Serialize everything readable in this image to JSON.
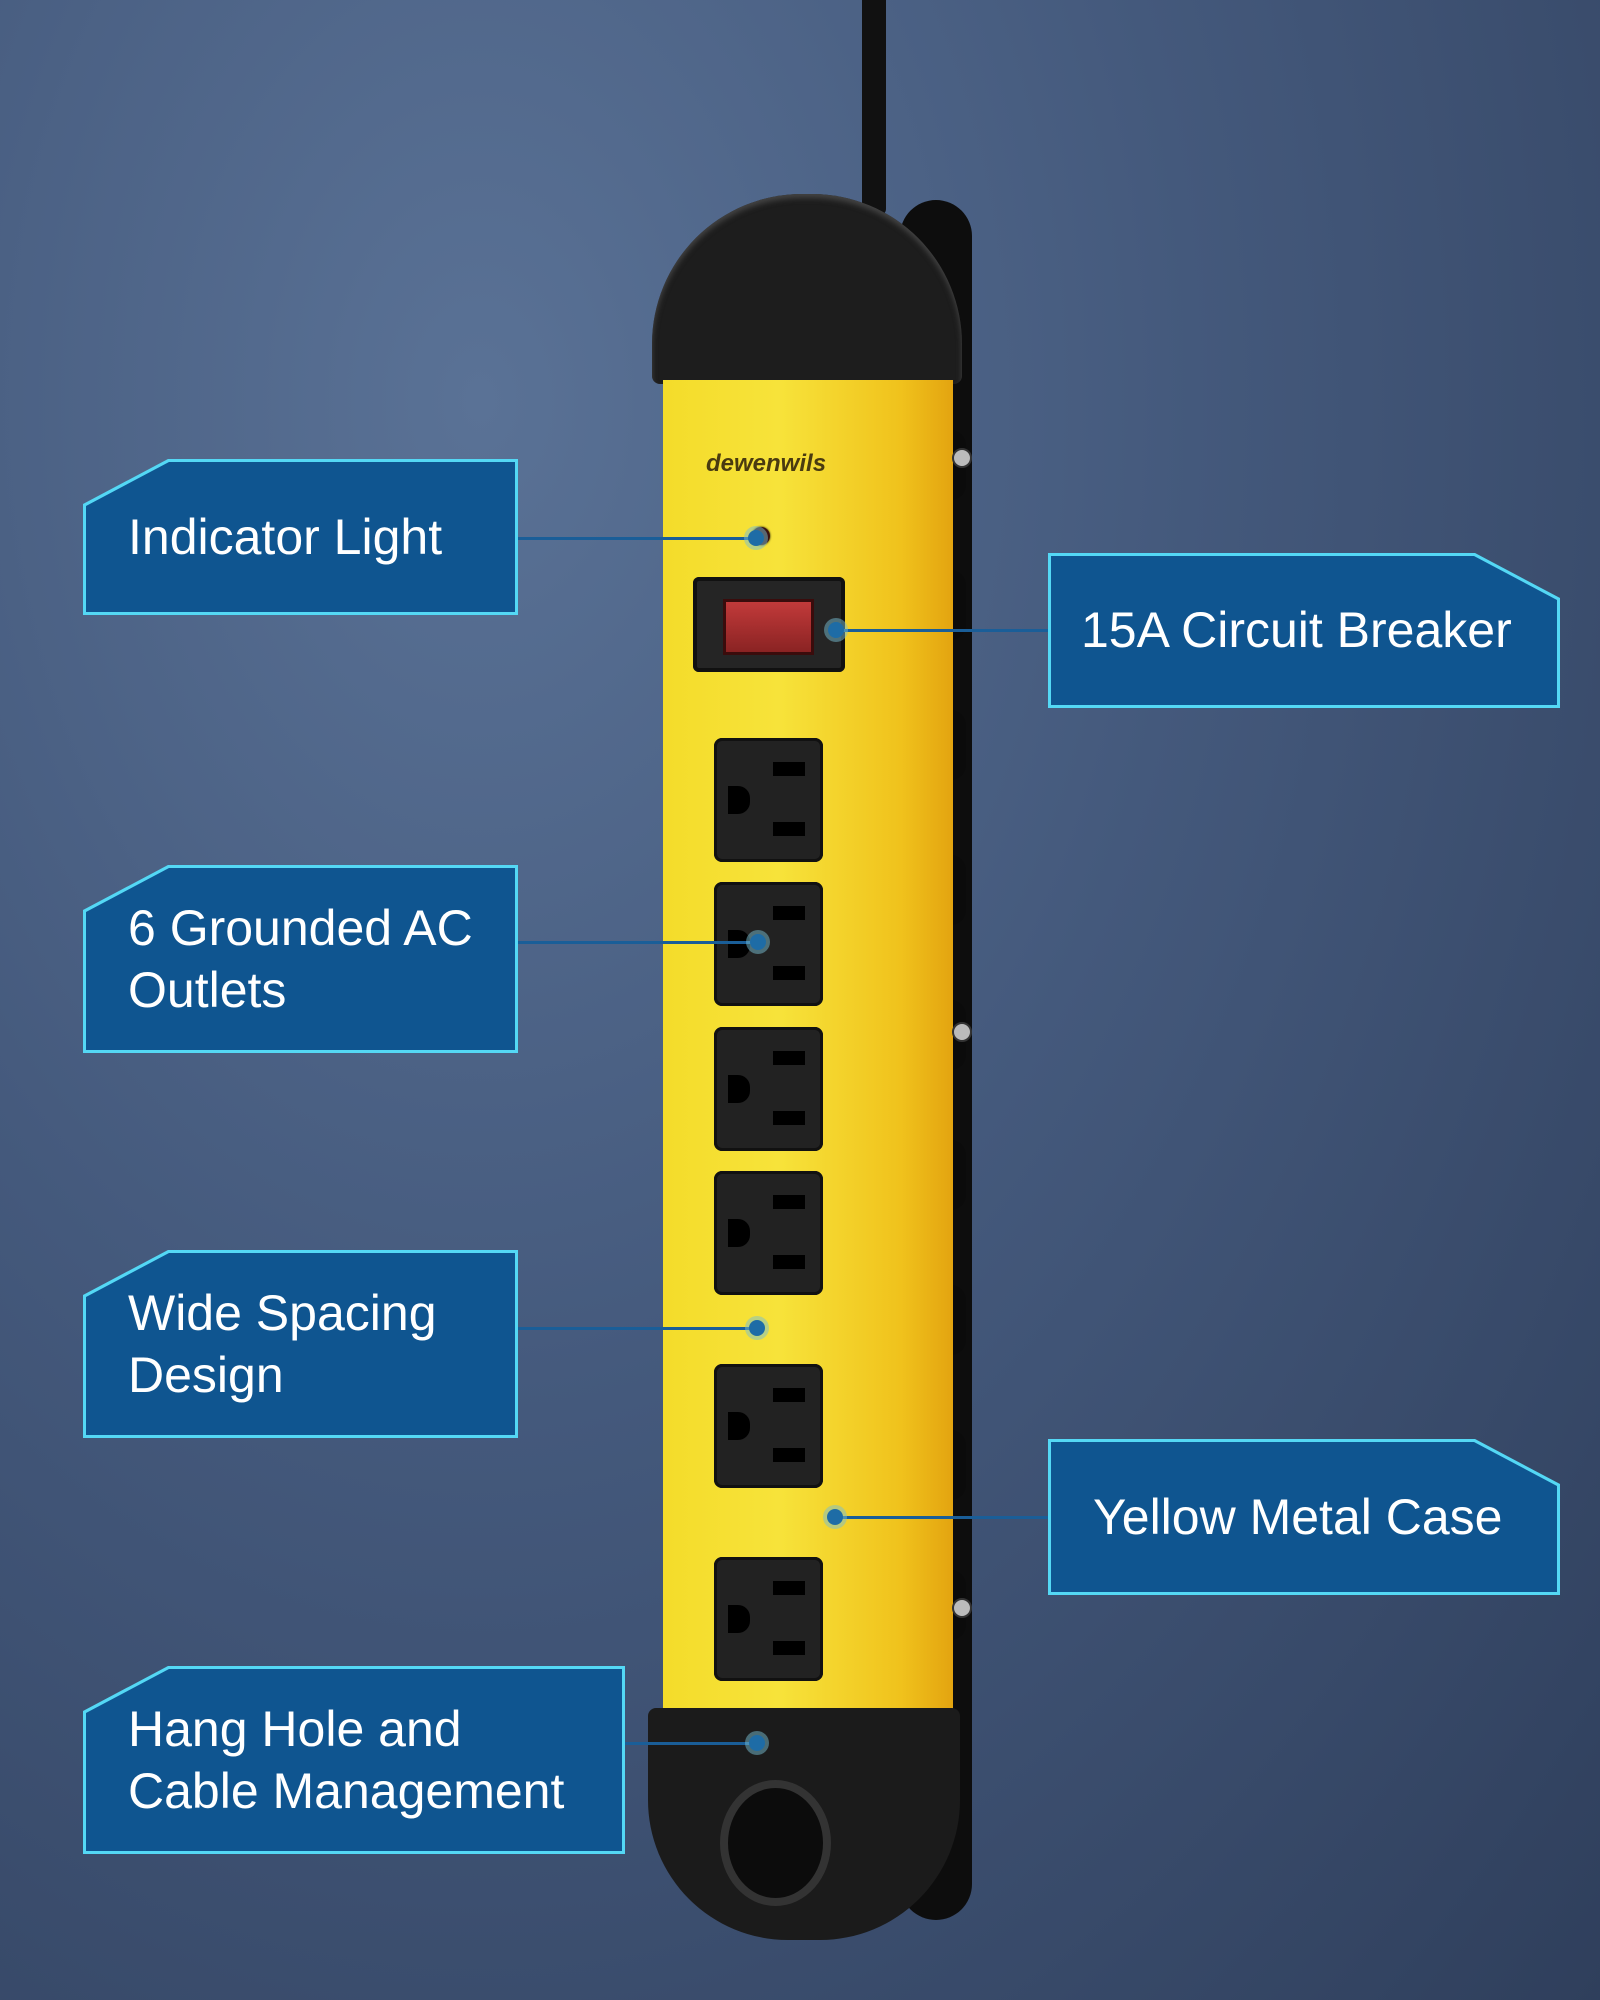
{
  "product": {
    "brand_logo": "dewenwils",
    "body_color": "#f5d62c",
    "outlet_count": 6
  },
  "labels": [
    {
      "id": "indicator",
      "text": "Indicator Light"
    },
    {
      "id": "breaker",
      "text": "15A Circuit Breaker"
    },
    {
      "id": "outlets",
      "text": "6 Grounded AC Outlets"
    },
    {
      "id": "spacing",
      "text": "Wide Spacing Design"
    },
    {
      "id": "case",
      "text": "Yellow Metal Case"
    },
    {
      "id": "hang",
      "text": "Hang Hole and Cable Management"
    }
  ],
  "colors": {
    "label_fill": "#0f5590",
    "label_border": "#54d8f5",
    "background": "#44597c"
  }
}
